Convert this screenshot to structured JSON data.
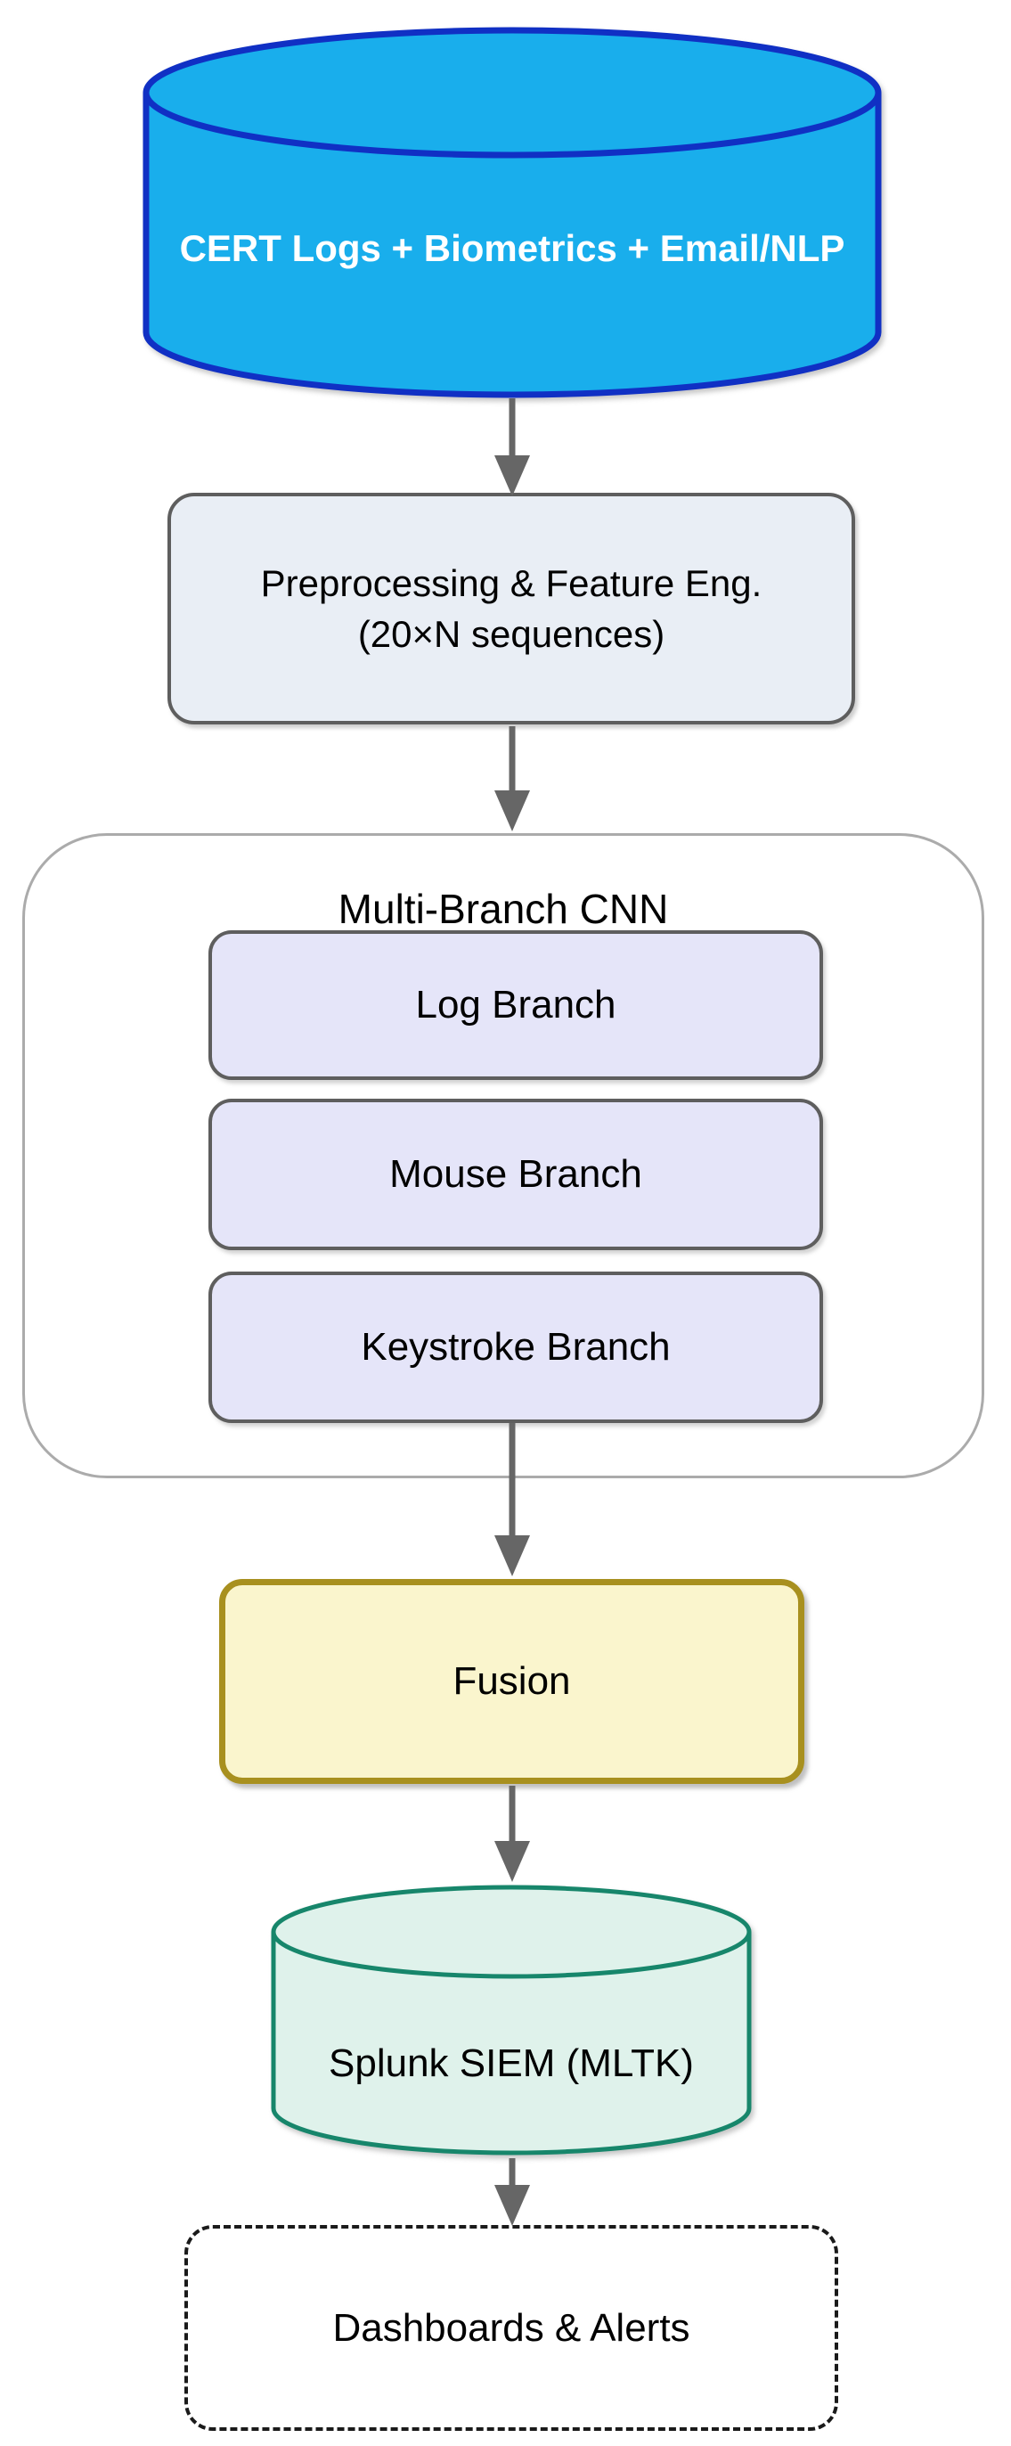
{
  "flowchart": {
    "source": {
      "label": "CERT Logs + Biometrics + Email/NLP",
      "shape": "cylinder"
    },
    "preprocessing": {
      "line1": "Preprocessing & Feature Eng.",
      "line2": "(20×N sequences)",
      "shape": "rounded-rect"
    },
    "cnn_group": {
      "title": "Multi-Branch CNN",
      "shape": "rounded-container",
      "branches": [
        {
          "label": "Log Branch"
        },
        {
          "label": "Mouse Branch"
        },
        {
          "label": "Keystroke Branch"
        }
      ]
    },
    "fusion": {
      "label": "Fusion",
      "shape": "rounded-rect"
    },
    "siem": {
      "label": "Splunk SIEM (MLTK)",
      "shape": "cylinder"
    },
    "output": {
      "label": "Dashboards & Alerts",
      "shape": "dashed-rounded-rect"
    },
    "edges": [
      {
        "from": "source",
        "to": "preprocessing"
      },
      {
        "from": "preprocessing",
        "to": "cnn_group"
      },
      {
        "from": "cnn_group",
        "to": "fusion"
      },
      {
        "from": "fusion",
        "to": "siem"
      },
      {
        "from": "siem",
        "to": "output"
      }
    ]
  },
  "colors": {
    "source_fill": "#19AEEC",
    "source_stroke": "#1030C4",
    "source_text": "#FFFFFF",
    "preprocess_fill": "#E9EEF5",
    "preprocess_stroke": "#5E5E5E",
    "branch_fill": "#E5E5F9",
    "branch_stroke": "#5E5E5E",
    "group_stroke": "#ABABAB",
    "fusion_fill": "#FAF5CD",
    "fusion_stroke": "#A8901F",
    "siem_fill": "#DFF2EB",
    "siem_stroke": "#17866B",
    "dashed_stroke": "#1A1A1A",
    "arrow": "#666666",
    "text": "#000000"
  }
}
